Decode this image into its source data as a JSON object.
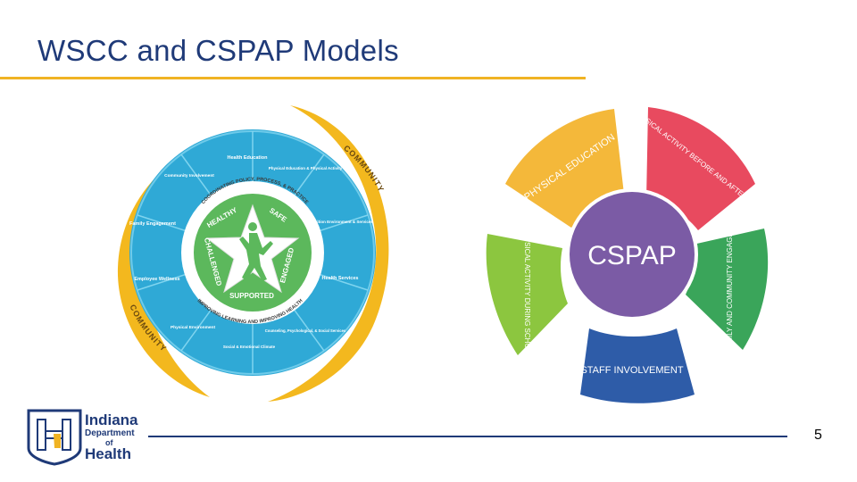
{
  "slide": {
    "title": "WSCC and CSPAP Models",
    "page_number": "5"
  },
  "logo": {
    "line1": "Indiana",
    "line2": "Department",
    "line3": "of",
    "line4": "Health"
  },
  "wscc": {
    "outer_ring_label_top": "COMMUNITY",
    "outer_ring_label_bottom": "COMMUNITY",
    "segments": [
      "Health Education",
      "Physical Education & Physical Activity",
      "Nutrition Environment & Services",
      "Health Services",
      "Counseling, Psychological, & Social Services",
      "Social & Emotional Climate",
      "Physical Environment",
      "Employee Wellness",
      "Family Engagement",
      "Community Involvement"
    ],
    "ring_text_top": "COORDINATING POLICY, PROCESS, & PRACTICE",
    "ring_text_bottom": "IMPROVING LEARNING AND IMPROVING HEALTH",
    "star_words": [
      "HEALTHY",
      "SAFE",
      "ENGAGED",
      "SUPPORTED",
      "CHALLENGED"
    ]
  },
  "cspap": {
    "center": "CSPAP",
    "petals": [
      "PHYSICAL EDUCATION",
      "PHYSICAL ACTIVITY BEFORE AND AFTER SCHOOL",
      "FAMILY AND COMMUNITY ENGAGEMENT",
      "STAFF INVOLVEMENT",
      "PHYSICAL ACTIVITY DURING SCHOOL"
    ],
    "colors": {
      "center": "#7b5ba5",
      "pe": "#f4b83a",
      "before_after": "#e84a5f",
      "family": "#3aa55a",
      "staff": "#2e5ca8",
      "during": "#8cc63f"
    }
  }
}
